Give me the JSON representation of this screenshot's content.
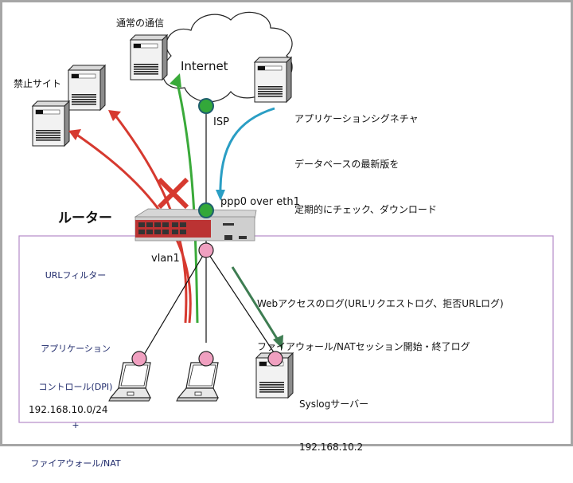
{
  "diagram": {
    "title_router": "ルーター",
    "internet_label": "Internet",
    "isp_label": "ISP",
    "ppp_label": "ppp0 over eth1",
    "vlan_label": "vlan1",
    "normal_traffic_label": "通常の通信",
    "forbidden_site_label": "禁止サイト",
    "signature_note": [
      "アプリケーションシグネチャ",
      "データベースの最新版を",
      "定期的にチェック、ダウンロード"
    ],
    "router_functions": {
      "url_filter": "URLフィルター",
      "app_control": [
        "アプリケーション",
        "コントロール(DPI)"
      ],
      "plus": "+",
      "firewall_nat": "ファイアウォール/NAT"
    },
    "log_note": [
      "Webアクセスのログ(URLリクエストログ、拒否URLログ)",
      "ファイアウォール/NATセッション開始・終了ログ"
    ],
    "syslog_server": {
      "name": "Syslogサーバー",
      "ip": "192.168.10.2"
    },
    "lan_subnet": "192.168.10.0/24",
    "colors": {
      "blocked_arrow": "#d6392f",
      "allowed_arrow": "#3aaa3a",
      "update_arrow": "#2a9ec4",
      "log_arrow": "#3e7d52",
      "lan_box": "#b58ac8",
      "wan_node": "#33a83a",
      "lan_node": "#f0a0c0"
    }
  }
}
